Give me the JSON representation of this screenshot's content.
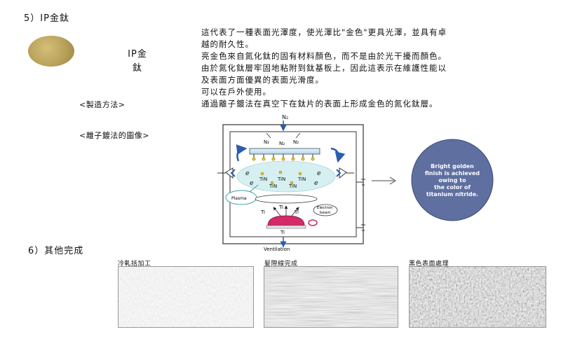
{
  "section5": {
    "heading": "5）IP金鈦",
    "name_line1": "IP金",
    "name_line2": "鈦",
    "desc_lines": [
      "這代表了一種表面光澤度，使光澤比\"金色\"更具光澤，並具有卓",
      "越的耐久性。",
      "亮金色來自氮化鈦的固有材料顏色，而不是由於光干擾而顏色。",
      "由於氮化鈦層牢固地粘附到鈦基板上，因此這表示在維護性能以",
      "及表面方面優異的表面光滑度。",
      "可以在戶外使用。"
    ],
    "method_label": "<製造方法>",
    "method_text": "通過離子鍍法在真空下在鈦片的表面上形成金色的氮化鈦層。",
    "image_label": "<離子鍍法的圖像>"
  },
  "diagram": {
    "n2_top": "N₂",
    "n2_a": "N₂",
    "n2_b": "N₂",
    "n2_c": "N₂",
    "tin": "TiN",
    "ti": "Ti",
    "plasma": "Plasma",
    "electron_beam_1": "Electron",
    "electron_beam_2": "beam",
    "ventilation": "Ventilation",
    "callout_lines": [
      "Bright golden",
      "finish is achieved",
      "owing to",
      "the color of",
      "titanium nitride."
    ]
  },
  "section6": {
    "heading": "6）其他完成",
    "swatches": [
      {
        "label": "冷軋括加工"
      },
      {
        "label": "髮際線完成"
      },
      {
        "label": "黑色表面處理"
      }
    ]
  },
  "colors": {
    "gold": "#b9a15a",
    "callout_bg": "#5e6fa0",
    "blue_arrow": "#2a5db0",
    "plasma_fill": "#d6f0f2",
    "magenta": "#cc2266"
  }
}
